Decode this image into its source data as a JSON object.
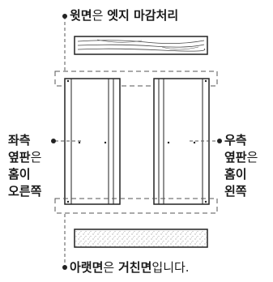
{
  "top_label": {
    "part1": "윗면",
    "part2": "은 ",
    "part3": "엣지 마감처리"
  },
  "left_label": {
    "line1": "좌측",
    "line2a": "옆판",
    "line2b": "은",
    "line3": "홈이",
    "line4": "오른쪽"
  },
  "right_label": {
    "line1": "우측",
    "line2a": "옆판",
    "line2b": "은",
    "line3": "홈이",
    "line4": "왼쪽"
  },
  "bottom_label": {
    "part1": "아랫면",
    "part2": "은 ",
    "part3": "거친면",
    "part4": "입니다."
  },
  "colors": {
    "line": "#222222",
    "dash": "#555555"
  }
}
